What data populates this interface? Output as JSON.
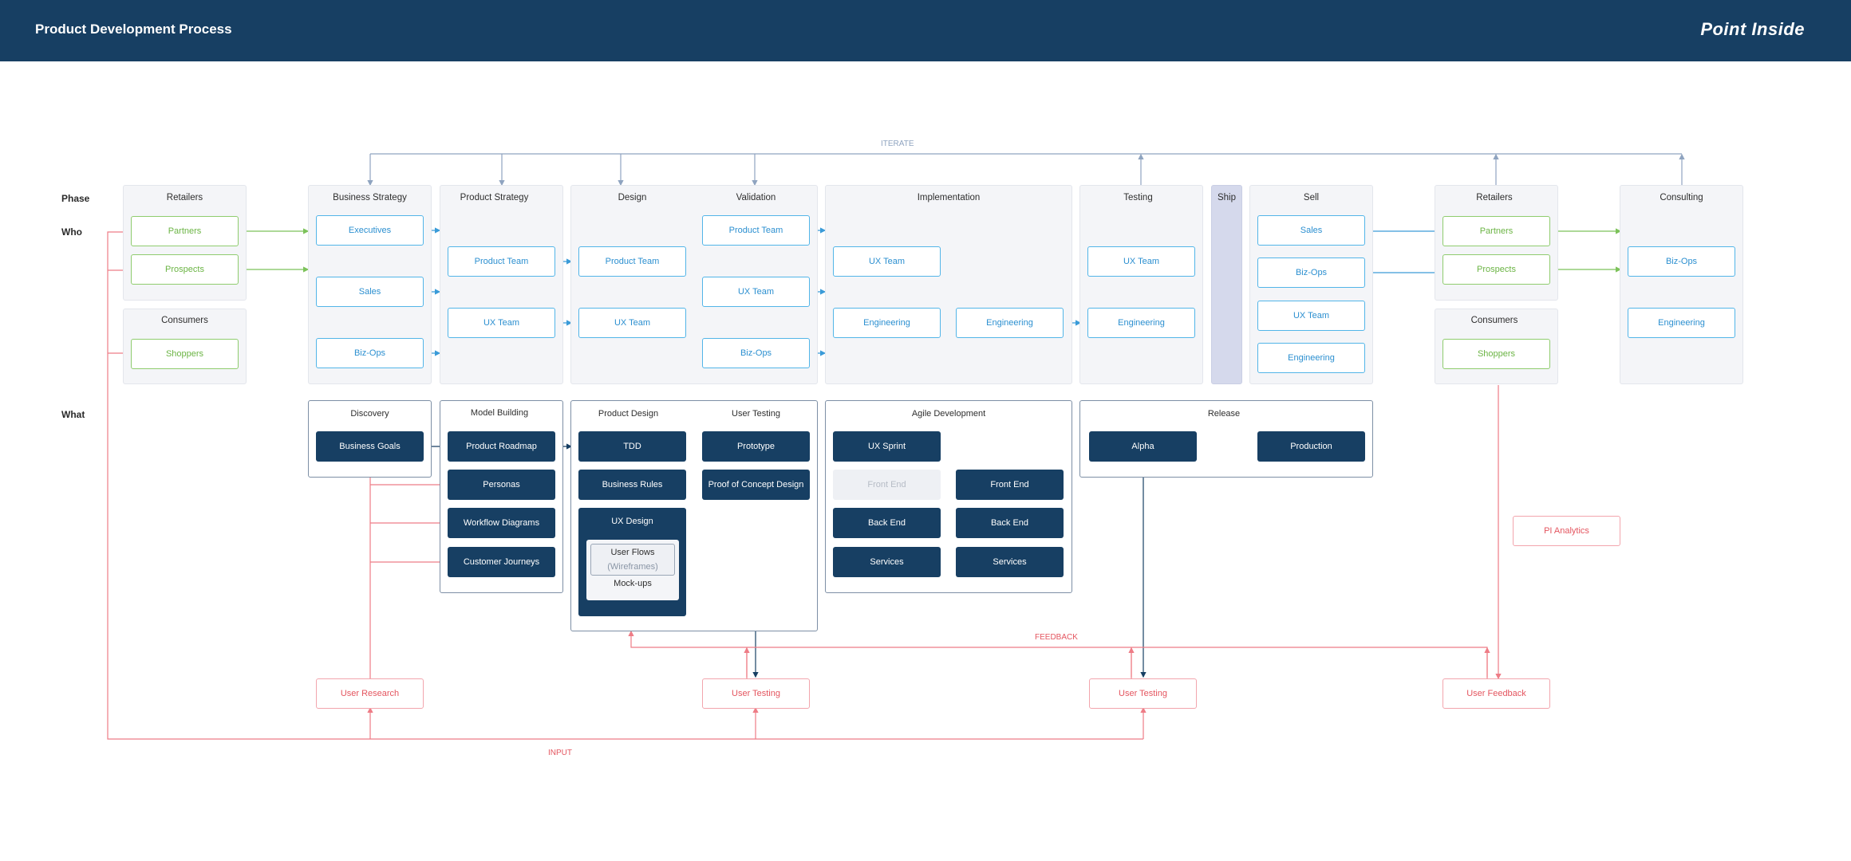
{
  "header": {
    "title": "Product Development Process",
    "logo": "Point Inside"
  },
  "row_labels": {
    "phase": "Phase",
    "who": "Who",
    "what": "What"
  },
  "flow_labels": {
    "iterate": "ITERATE",
    "feedback": "FEEDBACK",
    "input": "INPUT"
  },
  "phases": {
    "retailers": "Retailers",
    "consumers": "Consumers",
    "business_strategy": "Business Strategy",
    "product_strategy": "Product Strategy",
    "design": "Design",
    "validation": "Validation",
    "implementation": "Implementation",
    "testing": "Testing",
    "ship": "Ship",
    "sell": "Sell",
    "retailers_2": "Retailers",
    "consumers_2": "Consumers",
    "consulting": "Consulting"
  },
  "who": {
    "retailers": [
      "Partners",
      "Prospects"
    ],
    "consumers": [
      "Shoppers"
    ],
    "business_strategy": [
      "Executives",
      "Sales",
      "Biz-Ops"
    ],
    "product_strategy": [
      "Product Team",
      "UX Team"
    ],
    "design": [
      "Product Team",
      "UX Team"
    ],
    "validation": [
      "Product Team",
      "UX Team",
      "Biz-Ops"
    ],
    "implementation": [
      "UX Team",
      "Engineering",
      "Engineering"
    ],
    "testing": [
      "UX Team",
      "Engineering"
    ],
    "sell": [
      "Sales",
      "Biz-Ops",
      "UX Team",
      "Engineering"
    ],
    "retailers_2": [
      "Partners",
      "Prospects"
    ],
    "consumers_2": [
      "Shoppers"
    ],
    "consulting": [
      "Biz-Ops",
      "Engineering"
    ]
  },
  "what": {
    "discovery": {
      "title": "Discovery",
      "items": [
        "Business Goals"
      ]
    },
    "model_building": {
      "title": "Model Building",
      "items": [
        "Product Roadmap",
        "Personas",
        "Workflow Diagrams",
        "Customer Journeys"
      ]
    },
    "product_design": {
      "title": "Product Design",
      "items": [
        "TDD",
        "Business Rules"
      ],
      "ux_design": {
        "title": "UX Design",
        "user_flows": "User Flows",
        "wireframes": "(Wireframes)",
        "mockups": "Mock-ups"
      }
    },
    "user_testing": {
      "title": "User Testing",
      "items": [
        "Prototype",
        "Proof of Concept Design"
      ]
    },
    "agile_development": {
      "title": "Agile Development",
      "items": [
        "UX Sprint",
        "Front End",
        "Front End",
        "Back End",
        "Back End",
        "Services",
        "Services"
      ]
    },
    "release": {
      "title": "Release",
      "items": [
        "Alpha",
        "Production"
      ]
    }
  },
  "feedback_sources": [
    "User Research",
    "User Testing",
    "User Testing",
    "User Feedback",
    "PI Analytics"
  ],
  "colors": {
    "navy": "#173f63",
    "blue": "#2b8fd0",
    "green": "#6bb444",
    "red": "#e4555f",
    "iterate": "#8fa4c0"
  }
}
